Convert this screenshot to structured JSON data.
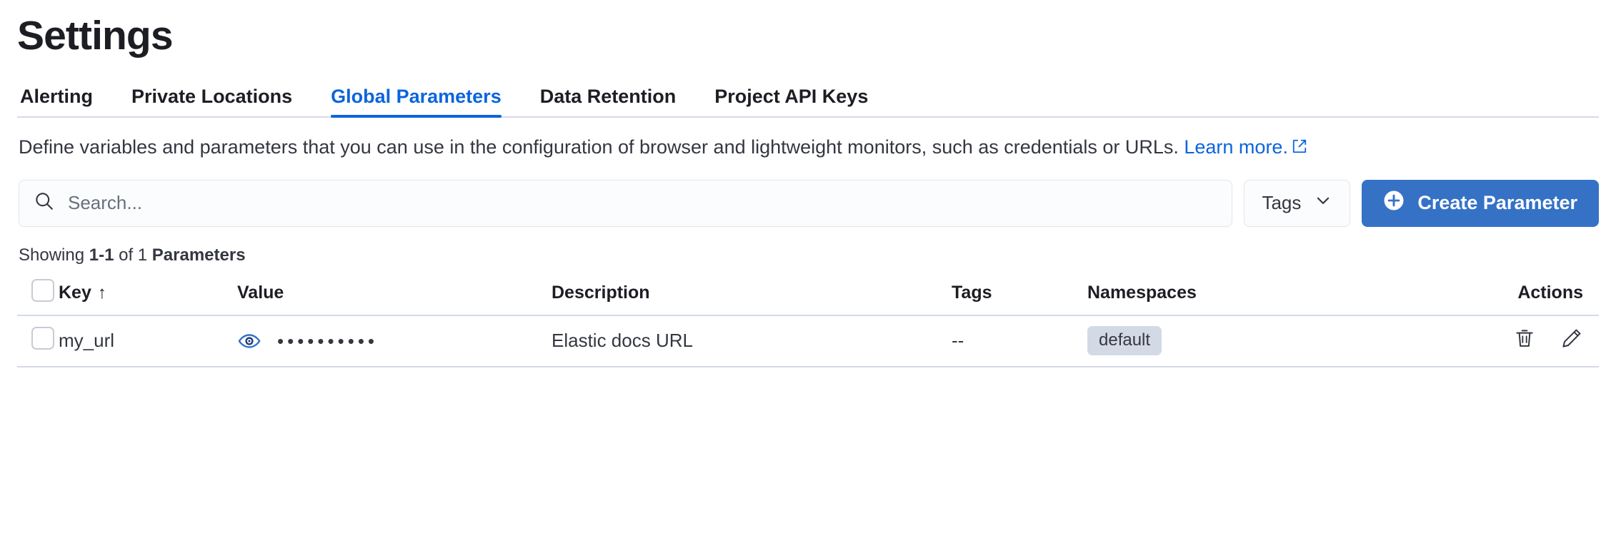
{
  "page": {
    "title": "Settings"
  },
  "tabs": [
    {
      "label": "Alerting",
      "active": false
    },
    {
      "label": "Private Locations",
      "active": false
    },
    {
      "label": "Global Parameters",
      "active": true
    },
    {
      "label": "Data Retention",
      "active": false
    },
    {
      "label": "Project API Keys",
      "active": false
    }
  ],
  "description": {
    "text": "Define variables and parameters that you can use in the configuration of browser and lightweight monitors, such as credentials or URLs. ",
    "link_text": "Learn more.",
    "link_icon": "external-link-icon"
  },
  "controls": {
    "search": {
      "placeholder": "Search...",
      "value": "",
      "icon": "search-icon"
    },
    "tags_filter": {
      "label": "Tags",
      "icon": "chevron-down-icon"
    },
    "create_button": {
      "label": "Create Parameter",
      "icon": "plus-circle-icon",
      "color": "#3572c6"
    }
  },
  "results": {
    "prefix": "Showing ",
    "range": "1-1",
    "middle": " of 1 ",
    "noun": "Parameters"
  },
  "table": {
    "columns": [
      {
        "key": "select",
        "label": ""
      },
      {
        "key": "key",
        "label": "Key",
        "sort": "asc",
        "sort_icon": "arrow-up-icon"
      },
      {
        "key": "value",
        "label": "Value"
      },
      {
        "key": "description",
        "label": "Description"
      },
      {
        "key": "tags",
        "label": "Tags"
      },
      {
        "key": "namespaces",
        "label": "Namespaces"
      },
      {
        "key": "actions",
        "label": "Actions"
      }
    ],
    "rows": [
      {
        "key": "my_url",
        "value_masked": "••••••••••",
        "value_toggle_icon": "eye-icon",
        "description": "Elastic docs URL",
        "tags": "--",
        "namespaces": [
          "default"
        ],
        "actions": [
          "trash-icon",
          "pencil-icon"
        ]
      }
    ]
  },
  "colors": {
    "accent": "#0b64dd",
    "primary_button": "#3572c6",
    "badge_bg": "#d3dae6",
    "border": "#d3dae6",
    "text": "#343741",
    "heading": "#1d1e24"
  }
}
